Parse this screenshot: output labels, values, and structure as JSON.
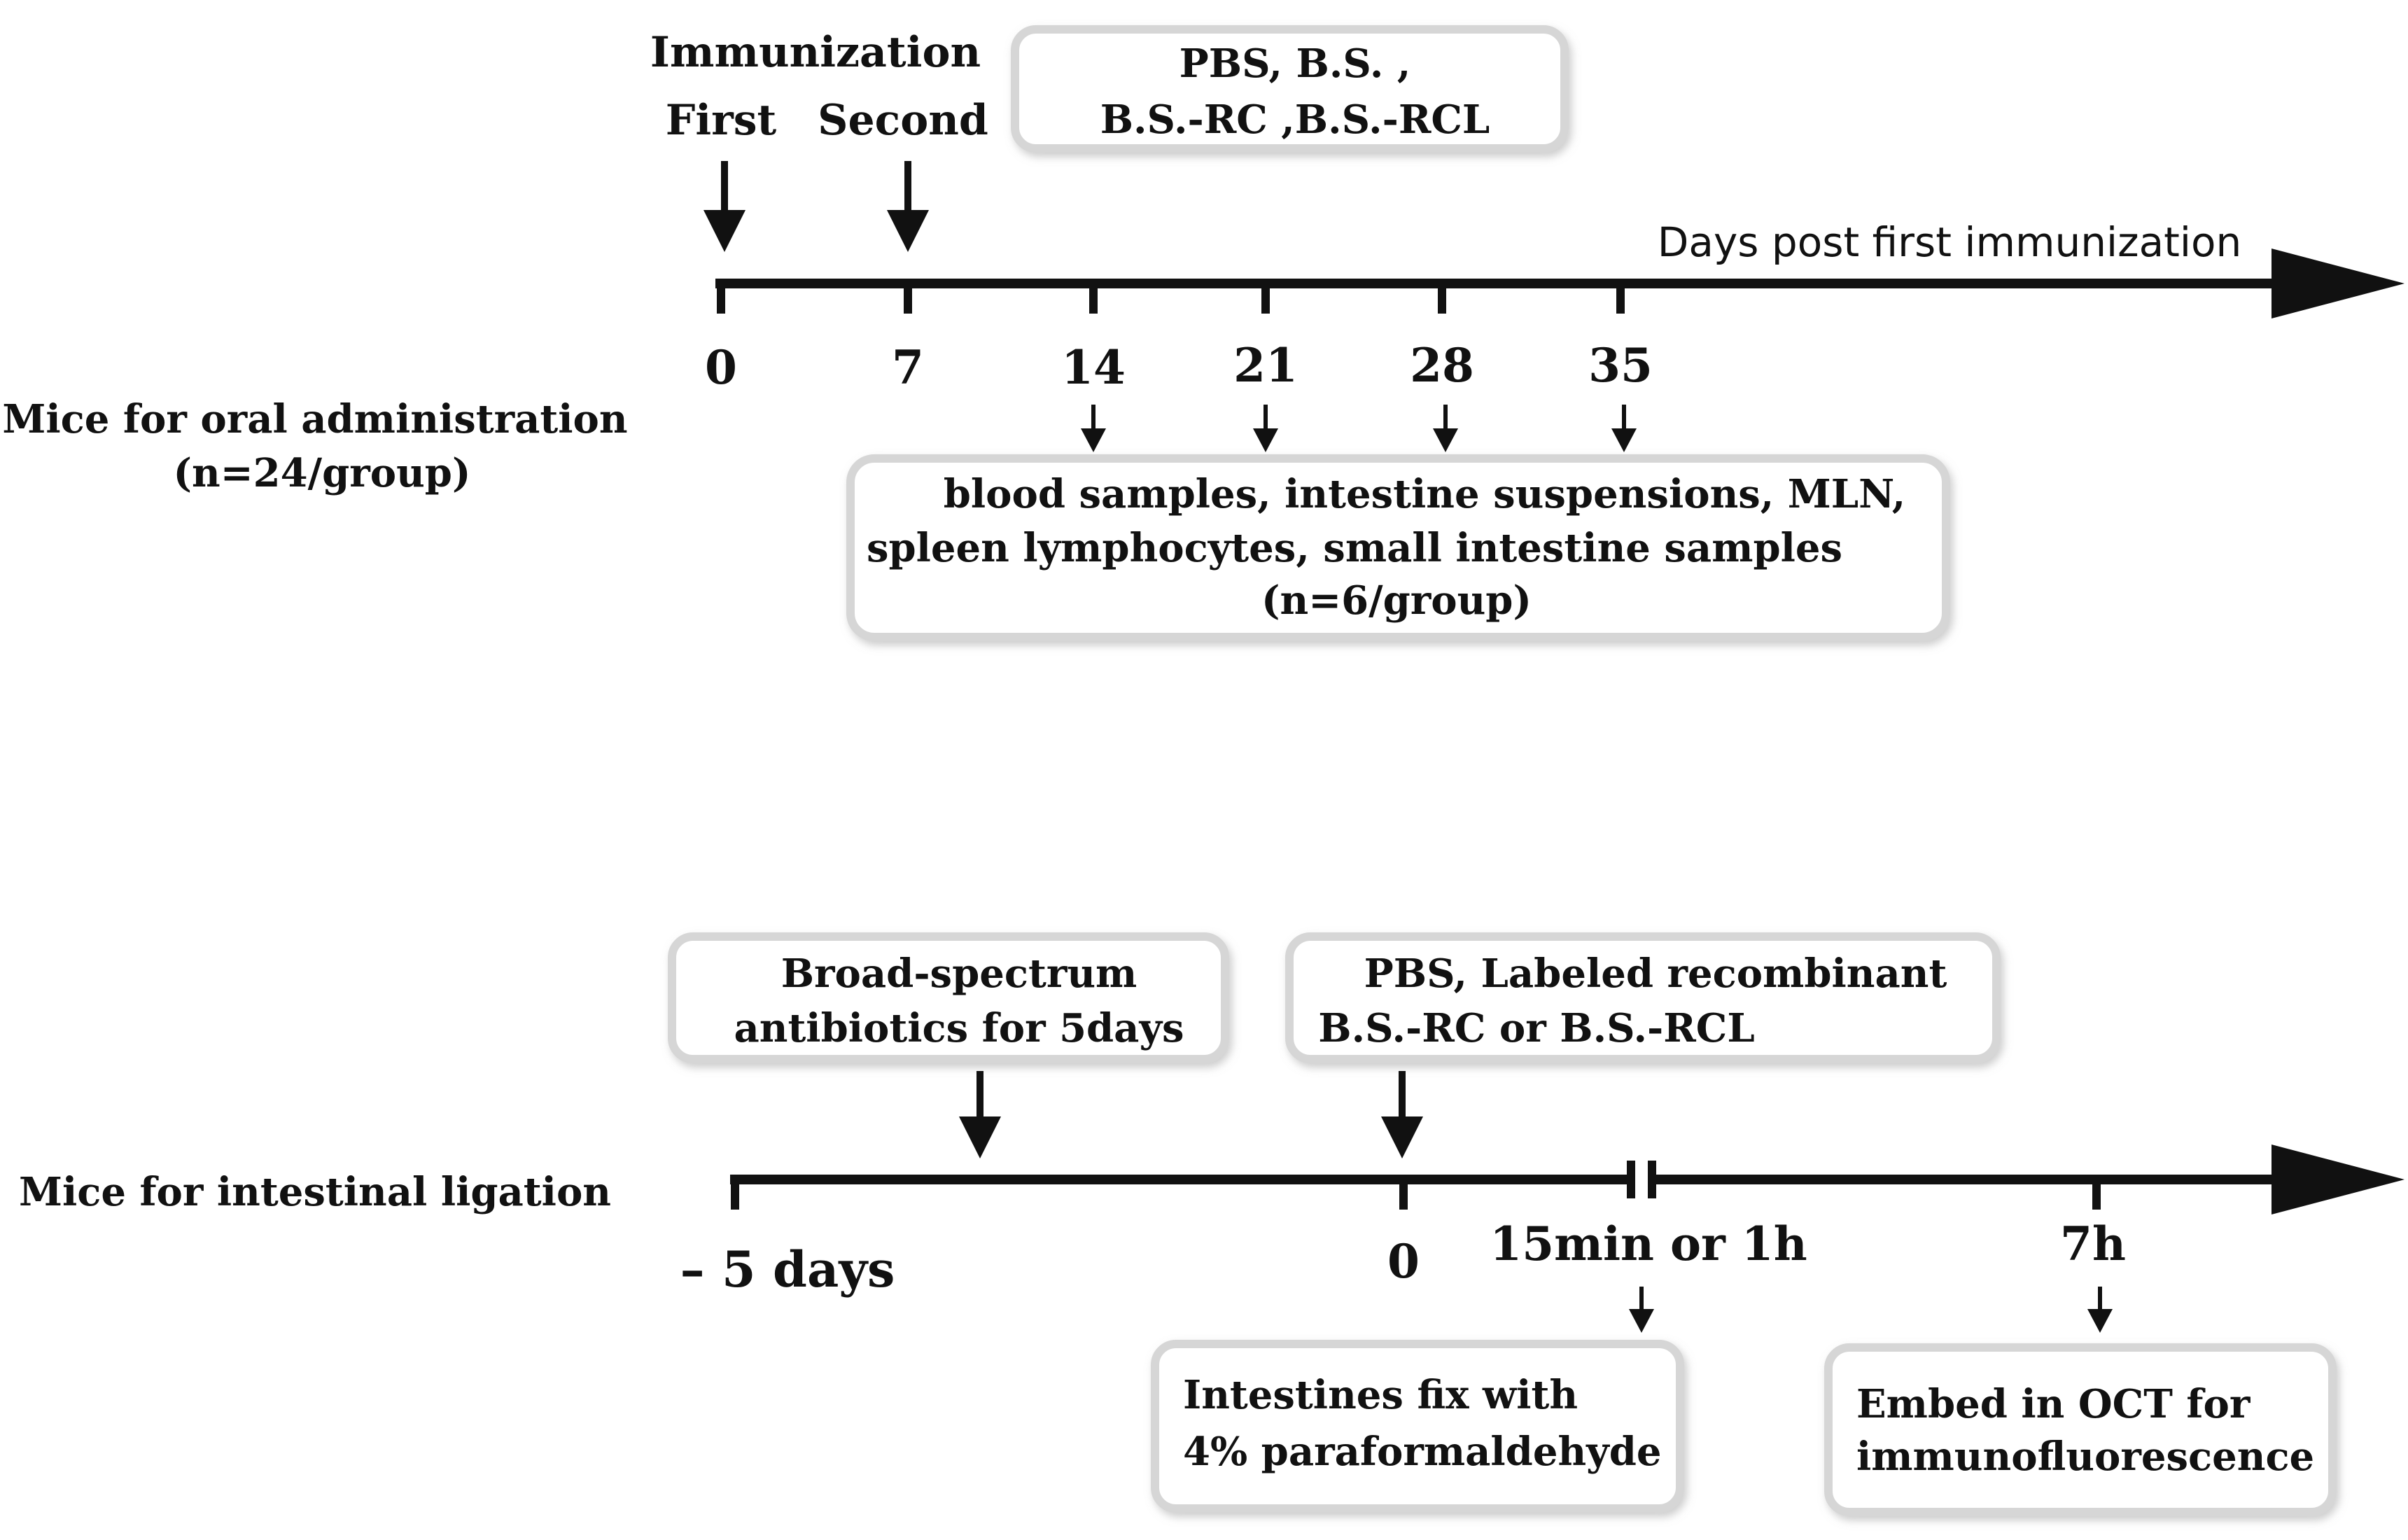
{
  "top": {
    "immunization_label": "Immunization",
    "first_label": "First",
    "second_label": "Second",
    "groups_box": [
      "PBS,  B.S. ,",
      "B.S.-RC ,B.S.-RCL"
    ],
    "axis_title": "Days post first immunization",
    "ticks": [
      "0",
      "7",
      "14",
      "21",
      "28",
      "35"
    ],
    "row_label": [
      "Mice for oral administration",
      "(n=24/group)"
    ],
    "samples_box": [
      "blood samples, intestine suspensions, MLN,",
      "spleen lymphocytes, small intestine samples",
      "(n=6/group)"
    ]
  },
  "bottom": {
    "antibiotics_box": [
      "Broad-spectrum",
      "antibiotics for 5days"
    ],
    "treatment_box": [
      "PBS, Labeled recombinant",
      "B.S.-RC or B.S.-RCL"
    ],
    "row_label": "Mice for intestinal ligation",
    "ticks": [
      "– 5 days",
      "0",
      "15min or 1h",
      "7h"
    ],
    "fix_box": [
      "Intestines fix with",
      "4% paraformaldehyde"
    ],
    "embed_box": [
      "Embed in OCT for",
      "immunofluorescence"
    ]
  }
}
